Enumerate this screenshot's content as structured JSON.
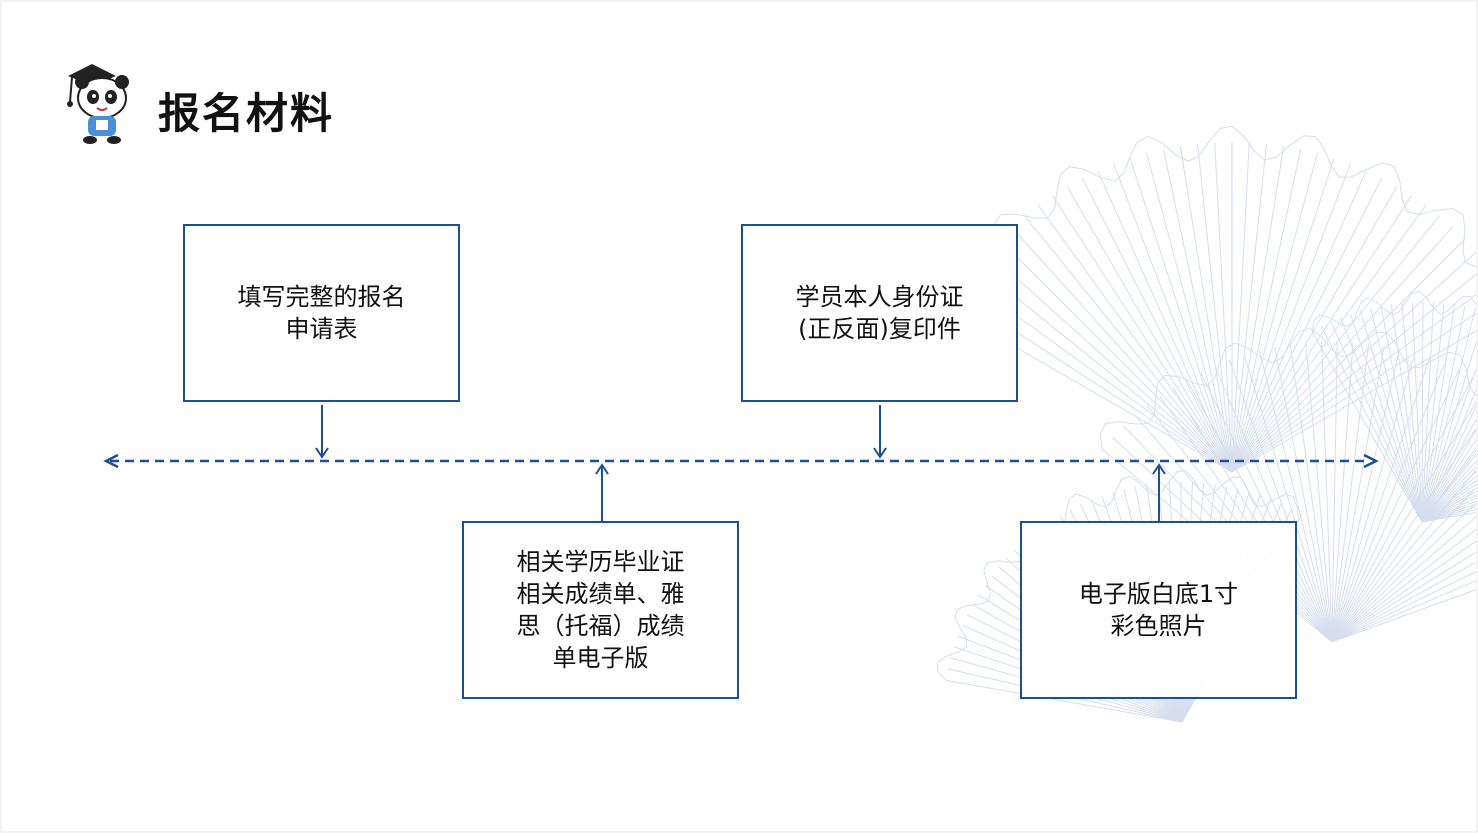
{
  "title": "报名材料",
  "colors": {
    "accent": "#1f4e99",
    "leaf": "#dde3ef"
  },
  "materials": [
    {
      "text": "填写完整的报名\n申请表"
    },
    {
      "text": "学员本人身份证\n(正反面)复印件"
    },
    {
      "text": "相关学历毕业证\n相关成绩单、雅\n思（托福）成绩\n单电子版"
    },
    {
      "text": "电子版白底1寸\n彩色照片"
    }
  ]
}
